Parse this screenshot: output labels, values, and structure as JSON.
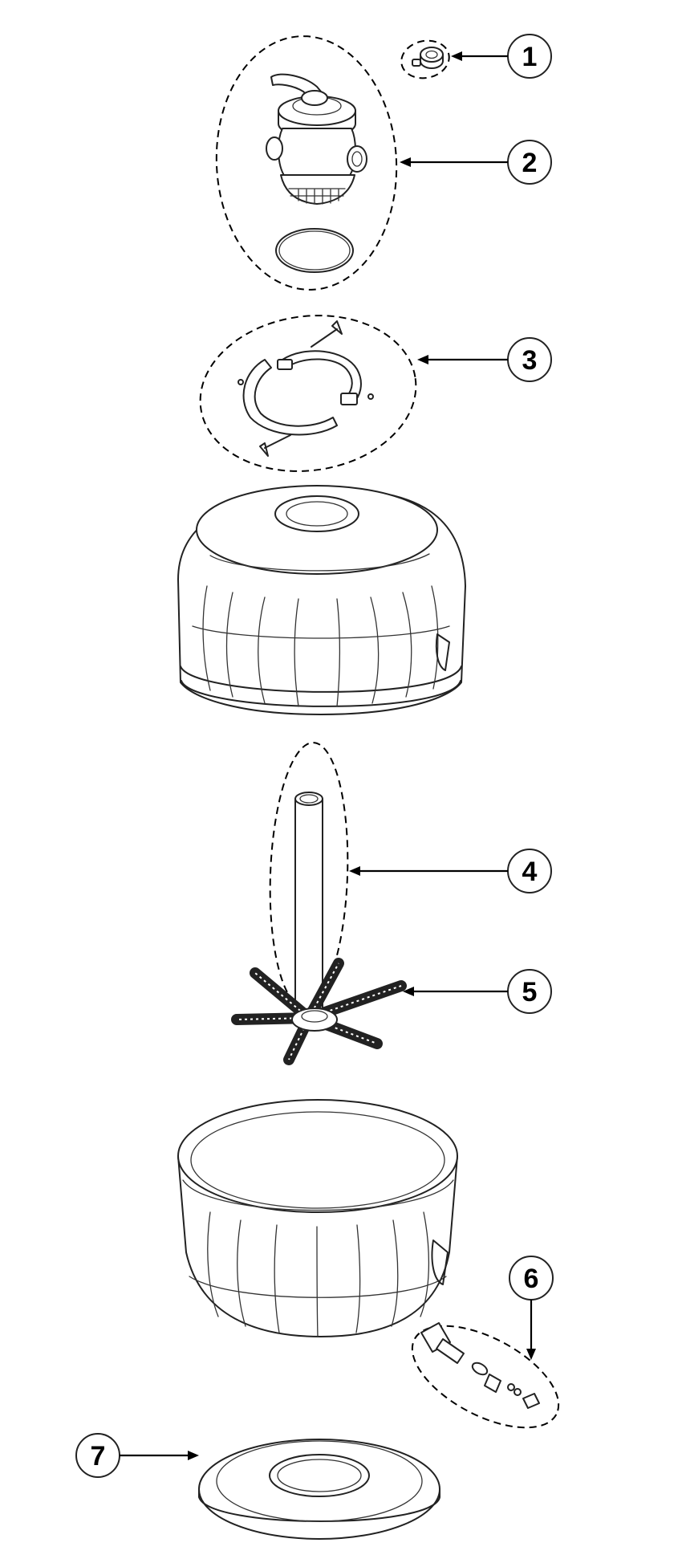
{
  "diagram": {
    "type": "exploded-parts-view",
    "line_color": "#222222",
    "callouts": [
      {
        "number": "1",
        "part": "pressure-gauge-fitting"
      },
      {
        "number": "2",
        "part": "multiport-valve-with-o-ring"
      },
      {
        "number": "3",
        "part": "tank-clamp-set"
      },
      {
        "number": "4",
        "part": "center-pipe"
      },
      {
        "number": "5",
        "part": "lateral-assembly"
      },
      {
        "number": "6",
        "part": "drain-assembly"
      },
      {
        "number": "7",
        "part": "tank-base"
      }
    ]
  }
}
